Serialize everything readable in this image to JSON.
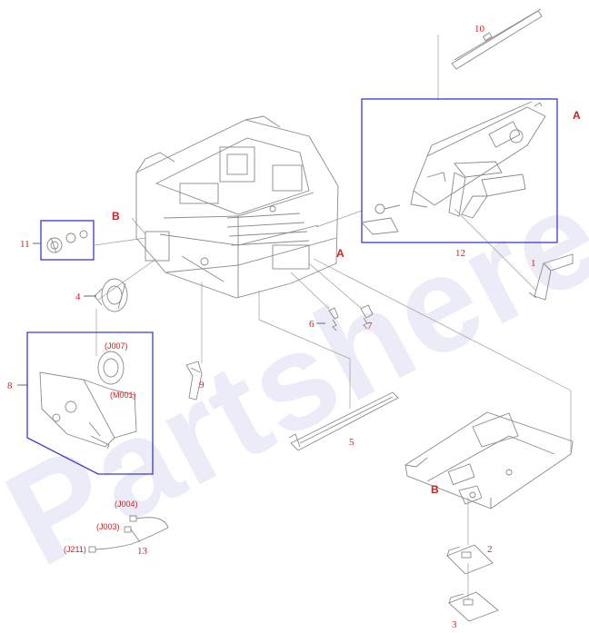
{
  "watermark": "Partshere.com",
  "colors": {
    "line": "#8a8a8a",
    "leader": "#9a9a9a",
    "box": "#3a3ad0",
    "label_red": "#d02020",
    "label_dark": "#333333"
  },
  "callouts": {
    "n1": "1",
    "n2": "2",
    "n3": "3",
    "n4": "4",
    "n5": "5",
    "n6": "6",
    "n7": "7",
    "n8": "8",
    "n9": "9",
    "n10": "10",
    "n11": "11",
    "n12": "12",
    "n13": "13"
  },
  "ref_letters": {
    "a_right": "A",
    "a_center": "A",
    "b_left": "B",
    "b_bottom": "B"
  },
  "connectors": {
    "j007": "(J007)",
    "m001": "(M001)",
    "j004": "(J004)",
    "j003": "(J003)",
    "j211": "(J211)"
  }
}
